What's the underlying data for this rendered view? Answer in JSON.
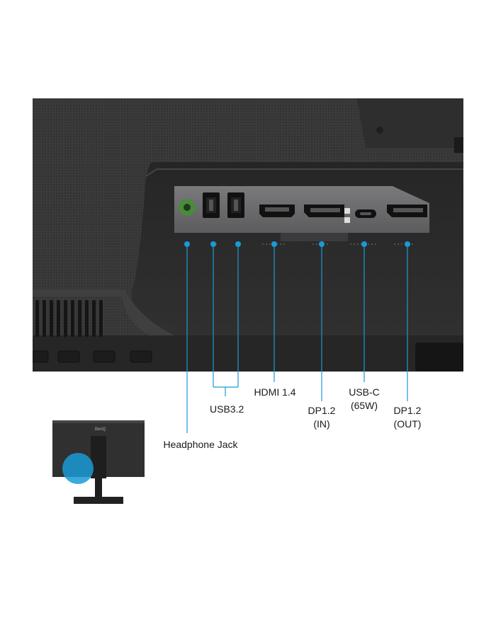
{
  "labels": {
    "usb32": "USB3.2",
    "hdmi": "HDMI 1.4",
    "dp_in_line1": "DP1.2",
    "dp_in_line2": "(IN)",
    "usbc_line1": "USB-C",
    "usbc_line2": "(65W)",
    "dp_out_line1": "DP1.2",
    "dp_out_line2": "(OUT)",
    "headphone": "Headphone Jack"
  },
  "thumbnail": {
    "brand": "BenQ"
  },
  "colors": {
    "accent": "#1a9ad6",
    "monitor_body": "#2b2b2b",
    "port_panel": "#6e6e70",
    "audio_jack": "#4a8a3c",
    "text": "#1a1a1a"
  },
  "icons": [
    "headphone-jack-icon",
    "usb-a-port-icon",
    "hdmi-port-icon",
    "displayport-icon",
    "usb-c-port-icon"
  ]
}
